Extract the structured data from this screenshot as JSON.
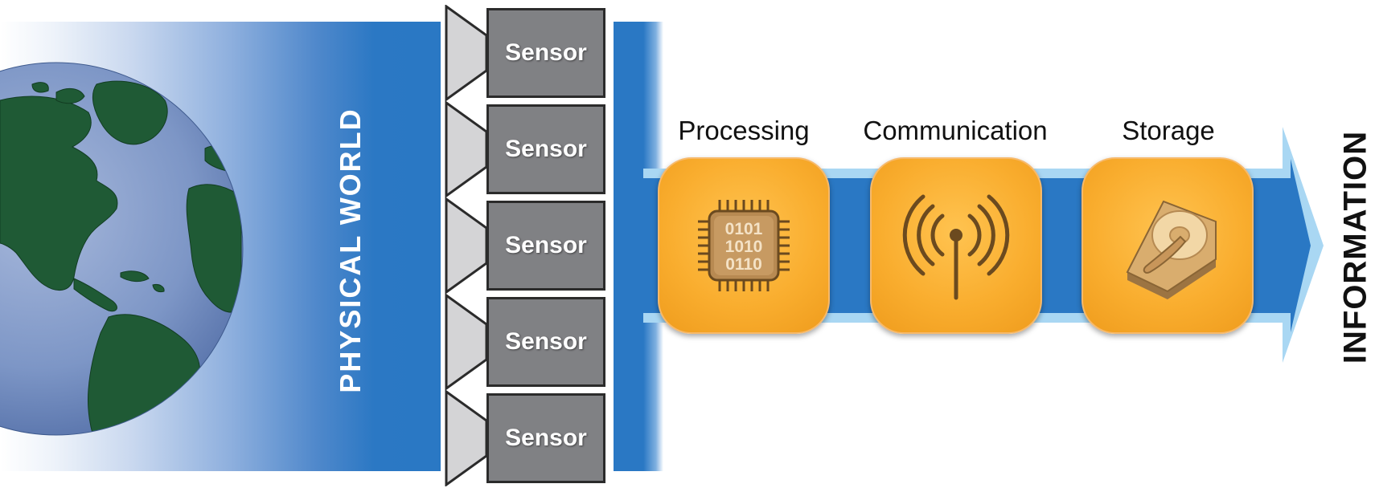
{
  "physical_world_label": "PHYSICAL WORLD",
  "sensors": [
    "Sensor",
    "Sensor",
    "Sensor",
    "Sensor",
    "Sensor"
  ],
  "stages": [
    {
      "label": "Processing",
      "icon": "chip-icon",
      "chip_text": [
        "0101",
        "1010",
        "0110"
      ]
    },
    {
      "label": "Communication",
      "icon": "antenna-icon"
    },
    {
      "label": "Storage",
      "icon": "hard-drive-icon"
    }
  ],
  "information_label": "INFORMATION",
  "colors": {
    "blue": "#2a78c4",
    "arrow_light": "#a9d7f3",
    "orange": "#f9ad2e",
    "sensor_gray": "#808184",
    "ocean": "#7d96c6",
    "land": "#1f5a35"
  }
}
